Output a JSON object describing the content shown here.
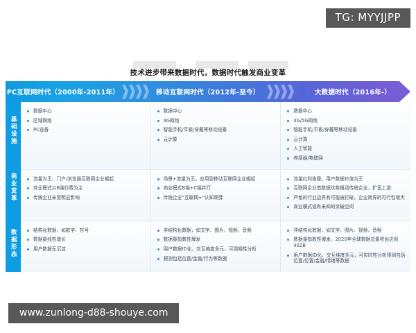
{
  "badge": {
    "text": "TG: MYYJJPP"
  },
  "watermark": {
    "text": "www.zunlong-d88-shouye.com"
  },
  "headline": {
    "text": "技术进步带来数据时代，数据时代触发商业变革"
  },
  "banner": {
    "eras": [
      {
        "label": "PC互联网时代（2000年-2011年）"
      },
      {
        "label": "移动互联网时代（2012年-至今）"
      },
      {
        "label": "大数据时代（2016年-）"
      }
    ],
    "colors": {
      "start": "#0f9ae0",
      "middle": "#3d7cdc",
      "end": "#7a5fd6"
    }
  },
  "rail": {
    "labels": [
      {
        "text": "基础设施"
      },
      {
        "text": "商业变革"
      },
      {
        "text": "数据形态"
      }
    ],
    "color": "#0e9ce2"
  },
  "rows": [
    {
      "key": "infrastructure",
      "cells": [
        {
          "items": [
            "数据中心",
            "区域网络",
            "PC设备"
          ]
        },
        {
          "items": [
            "数据中心",
            "4G网络",
            "智能手机/平板/穿戴等移动设备",
            "云计算"
          ]
        },
        {
          "items": [
            "数据中心",
            "4G/5G网络",
            "智能手机/平板/穿戴等移动设备",
            "云计算",
            "人工智能",
            "传感器/物联网"
          ]
        }
      ]
    },
    {
      "key": "business-change",
      "cells": [
        {
          "items": [
            "流量为王，门户/浏览器互联网企业崛起",
            "商业模式以B端付费为主",
            "传统企业未受明显影响"
          ]
        },
        {
          "items": [
            "场景+流量为王，应用型移动互联网企业崛起",
            "商业模式B端+C端并行",
            "传统企业“互联网+”认知萌芽"
          ]
        },
        {
          "items": [
            "流量红利告罄，用户数据价值为王",
            "互联网企业借数据优势撬动传统企业，扩宽上游",
            "严格的行业边界有可能被打破，企业跨界的可行性增大",
            "商业模式或有未知的突破空间"
          ]
        }
      ]
    },
    {
      "key": "data-form",
      "cells": [
        {
          "items": [
            "结构化数据，如数字、符号",
            "数据量线性增长",
            "用户数据无沉淀"
          ]
        },
        {
          "items": [
            "非结构化数据，如文字、图片、视频、音频",
            "数据量指数性爆发",
            "用户数据ID化，交互维度多元，可周期性分析",
            "预测包括位置/金融/行为等数据"
          ]
        },
        {
          "items": [
            "非结构化数据，如文字、图片、视频、音频",
            "数据量指数性爆发，2020年全球数据总量将会达到40ZB",
            "用户数据ID化，交互维度多元，可实时性分析预测包括位置/位置/金融/情绪等数据"
          ]
        }
      ]
    }
  ]
}
